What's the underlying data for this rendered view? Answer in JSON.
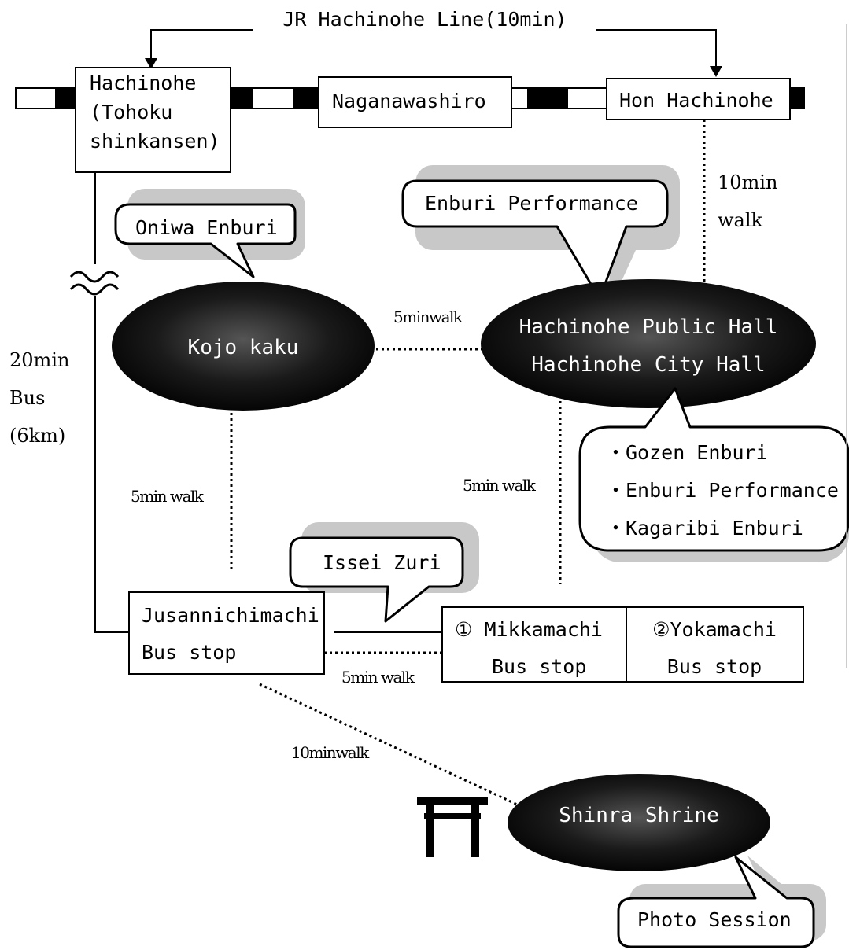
{
  "title": "JR Hachinohe Line(10min)",
  "stations": {
    "hachinohe": [
      "Hachinohe",
      "(Tohoku",
      "shinkansen)"
    ],
    "naganawashiro": "Naganawashiro",
    "hon_hachinohe": "Hon Hachinohe"
  },
  "venues": {
    "kojo_kaku": "Kojo kaku",
    "public_hall": [
      "Hachinohe Public Hall",
      "Hachinohe City Hall"
    ],
    "shinra_shrine": "Shinra Shrine"
  },
  "bus_stops": {
    "jusannichimachi": [
      "Jusannichimachi",
      "Bus stop"
    ],
    "mikkamachi": [
      "① Mikkamachi",
      "Bus stop"
    ],
    "yokamachi": [
      "②Yokamachi",
      "Bus stop"
    ]
  },
  "callouts": {
    "oniwa": "Oniwa Enburi",
    "enburi_performance": "Enburi Performance",
    "hall_events": [
      "・Gozen Enburi",
      "・Enburi Performance",
      "・Kagaribi Enburi"
    ],
    "issei_zuri": "Issei Zuri",
    "photo_session": "Photo Session"
  },
  "walk_labels": {
    "hon_hachinohe_walk": [
      "10min",
      "walk"
    ],
    "kojo_to_hall": "5minwalk",
    "kojo_to_bus": "5min walk",
    "hall_to_bus": "5min walk",
    "bus_to_bus": "5min walk",
    "bus_to_shrine": "10minwalk"
  },
  "bus_label": [
    "20min",
    "Bus",
    "(6km)"
  ],
  "colors": {
    "venue_fill": "#111111",
    "shadow": "#c8c8c8"
  }
}
